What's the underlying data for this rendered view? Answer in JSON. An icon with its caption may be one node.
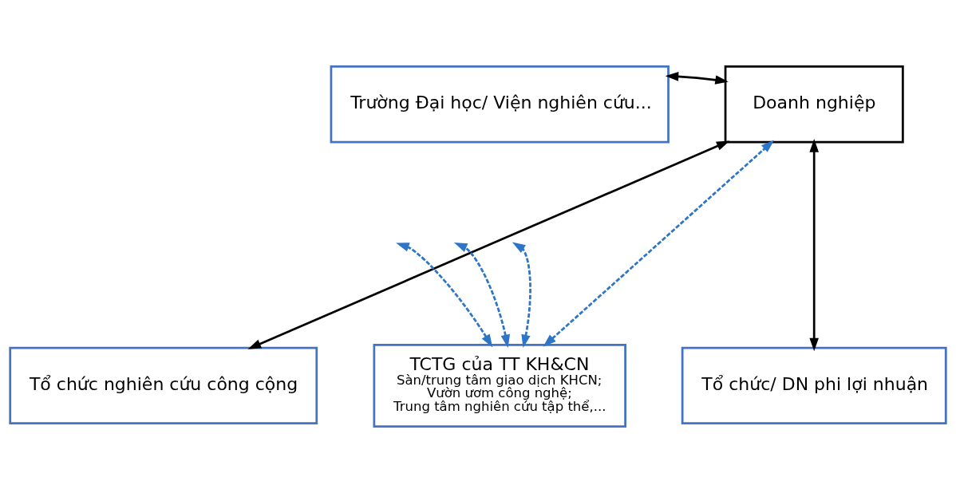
{
  "diagram": {
    "nodes": [
      {
        "text": [
          "Trường Đại học/ Viện nghiên cứu..."
        ]
      },
      {
        "text": [
          "Doanh nghiệp"
        ]
      },
      {
        "text": [
          "Tổ chức nghiên cứu công cộng"
        ]
      },
      {
        "text": [
          "TCTG của TT KH&CN",
          "Sàn/trung tâm giao dịch KHCN;",
          "Vườn ươm công nghệ;",
          "Trung tâm nghiên cứu tập thể,..."
        ]
      },
      {
        "text": [
          "Tổ chức/ DN phi lợi nhuận"
        ]
      }
    ],
    "edges": [
      {
        "from": 0,
        "to": 1,
        "arrow": "both",
        "color": "#000000"
      },
      {
        "from": 2,
        "to": 1,
        "arrow": "both",
        "color": "#000000"
      },
      {
        "from": 1,
        "to": 4,
        "arrow": "both",
        "color": "#000000"
      },
      {
        "from": 3,
        "to": null,
        "arrow": "both",
        "style": "dashed",
        "color": "#2e75c8"
      },
      {
        "from": 3,
        "to": 1,
        "arrow": "both",
        "style": "dashed",
        "color": "#2e75c8"
      },
      {
        "from": 3,
        "to": null,
        "arrow": "both",
        "style": "dashed",
        "color": "#2e75c8"
      },
      {
        "from": 3,
        "to": null,
        "arrow": "both",
        "style": "dashed",
        "color": "#2e75c8"
      }
    ]
  }
}
